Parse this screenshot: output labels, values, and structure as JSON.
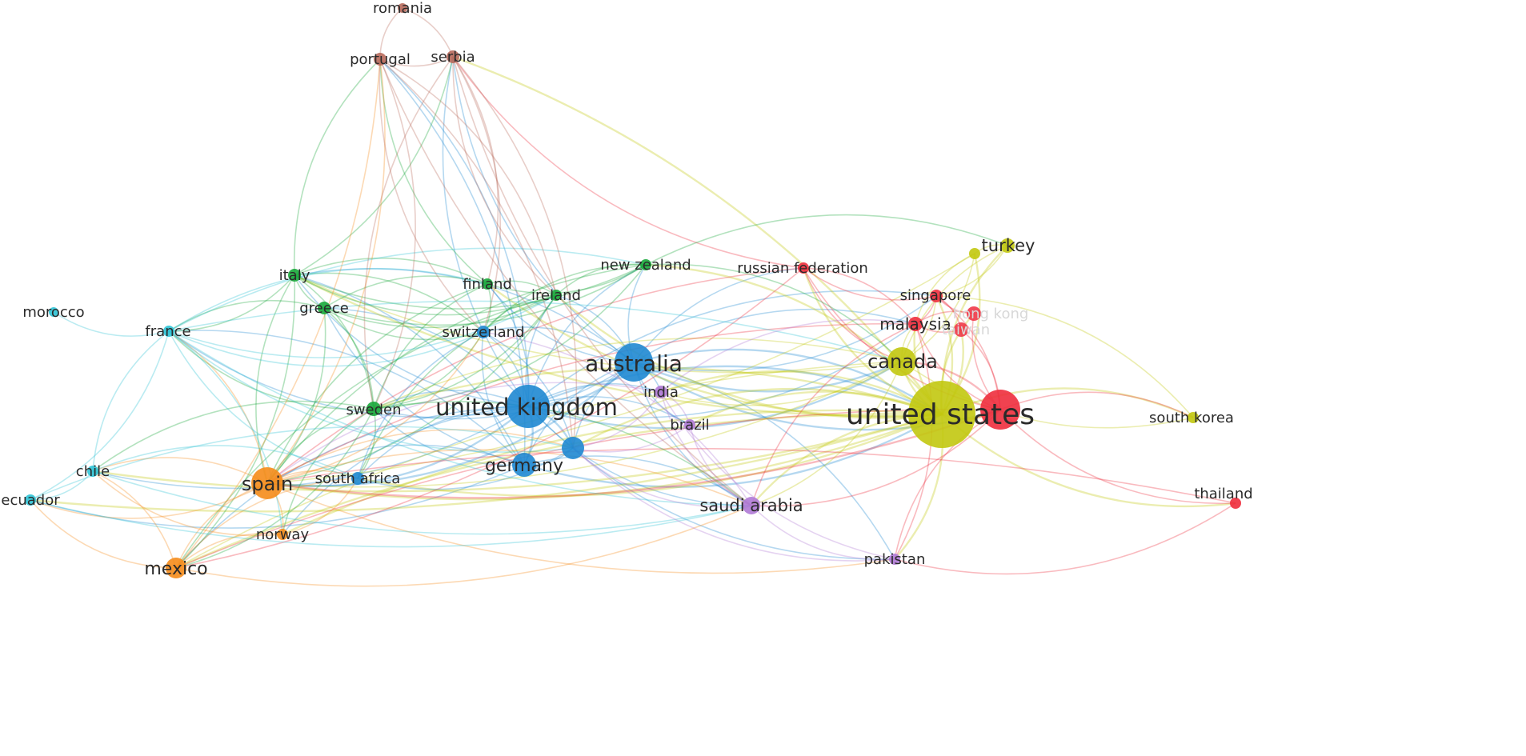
{
  "network": {
    "clusters": {
      "blue": "#1f88d2",
      "yellow": "#c2c80f",
      "red": "#ee2d3d",
      "green": "#18a83a",
      "orange": "#f58c1b",
      "cyan": "#2dc3d6",
      "purple": "#b07ad6",
      "brown": "#b86a5c"
    },
    "nodes": [
      {
        "id": "united-kingdom",
        "label": "united kingdom",
        "cluster": "blue"
      },
      {
        "id": "australia",
        "label": "australia",
        "cluster": "blue"
      },
      {
        "id": "germany",
        "label": "germany",
        "cluster": "blue"
      },
      {
        "id": "switzerland",
        "label": "switzerland",
        "cluster": "blue"
      },
      {
        "id": "south-africa",
        "label": "south africa",
        "cluster": "blue"
      },
      {
        "id": "unlabeled-blue",
        "label": "",
        "cluster": "blue"
      },
      {
        "id": "united-states",
        "label": "united states",
        "cluster": "yellow"
      },
      {
        "id": "canada",
        "label": "canada",
        "cluster": "yellow"
      },
      {
        "id": "turkey",
        "label": "turkey",
        "cluster": "yellow"
      },
      {
        "id": "unlabeled-yellow",
        "label": "",
        "cluster": "yellow"
      },
      {
        "id": "south-korea",
        "label": "south korea",
        "cluster": "yellow"
      },
      {
        "id": "russian-federation",
        "label": "russian federation",
        "cluster": "red"
      },
      {
        "id": "singapore",
        "label": "singapore",
        "cluster": "red"
      },
      {
        "id": "malaysia",
        "label": "malaysia",
        "cluster": "red"
      },
      {
        "id": "hong-kong",
        "label": "hong kong",
        "cluster": "red",
        "faded": true
      },
      {
        "id": "taiwan",
        "label": "taiwan",
        "cluster": "red",
        "faded": true
      },
      {
        "id": "thailand",
        "label": "thailand",
        "cluster": "red"
      },
      {
        "id": "unlabeled-red",
        "label": "",
        "cluster": "red"
      },
      {
        "id": "italy",
        "label": "italy",
        "cluster": "green"
      },
      {
        "id": "greece",
        "label": "greece",
        "cluster": "green"
      },
      {
        "id": "finland",
        "label": "finland",
        "cluster": "green"
      },
      {
        "id": "ireland",
        "label": "ireland",
        "cluster": "green"
      },
      {
        "id": "new-zealand",
        "label": "new zealand",
        "cluster": "green"
      },
      {
        "id": "sweden",
        "label": "sweden",
        "cluster": "green"
      },
      {
        "id": "spain",
        "label": "spain",
        "cluster": "orange"
      },
      {
        "id": "mexico",
        "label": "mexico",
        "cluster": "orange"
      },
      {
        "id": "norway",
        "label": "norway",
        "cluster": "orange"
      },
      {
        "id": "france",
        "label": "france",
        "cluster": "cyan"
      },
      {
        "id": "morocco",
        "label": "morocco",
        "cluster": "cyan"
      },
      {
        "id": "chile",
        "label": "chile",
        "cluster": "cyan"
      },
      {
        "id": "ecuador",
        "label": "ecuador",
        "cluster": "cyan"
      },
      {
        "id": "india",
        "label": "india",
        "cluster": "purple"
      },
      {
        "id": "brazil",
        "label": "brazil",
        "cluster": "purple"
      },
      {
        "id": "saudi-arabia",
        "label": "saudi arabia",
        "cluster": "purple"
      },
      {
        "id": "pakistan",
        "label": "pakistan",
        "cluster": "purple"
      },
      {
        "id": "romania",
        "label": "romania",
        "cluster": "brown"
      },
      {
        "id": "portugal",
        "label": "portugal",
        "cluster": "brown"
      },
      {
        "id": "serbia",
        "label": "serbia",
        "cluster": "brown"
      }
    ],
    "links": [
      [
        "united-kingdom",
        "australia"
      ],
      [
        "united-kingdom",
        "germany"
      ],
      [
        "united-kingdom",
        "switzerland"
      ],
      [
        "united-kingdom",
        "unlabeled-blue"
      ],
      [
        "united-kingdom",
        "south-africa"
      ],
      [
        "united-kingdom",
        "united-states"
      ],
      [
        "united-kingdom",
        "canada"
      ],
      [
        "united-kingdom",
        "spain"
      ],
      [
        "united-kingdom",
        "sweden"
      ],
      [
        "united-kingdom",
        "ireland"
      ],
      [
        "united-kingdom",
        "finland"
      ],
      [
        "united-kingdom",
        "india"
      ],
      [
        "united-kingdom",
        "saudi-arabia"
      ],
      [
        "united-kingdom",
        "italy"
      ],
      [
        "united-kingdom",
        "greece"
      ],
      [
        "united-kingdom",
        "france"
      ],
      [
        "united-kingdom",
        "malaysia"
      ],
      [
        "united-kingdom",
        "new-zealand"
      ],
      [
        "united-kingdom",
        "mexico"
      ],
      [
        "united-kingdom",
        "chile"
      ],
      [
        "united-kingdom",
        "norway"
      ],
      [
        "united-kingdom",
        "brazil"
      ],
      [
        "united-kingdom",
        "portugal"
      ],
      [
        "united-kingdom",
        "serbia"
      ],
      [
        "united-kingdom",
        "pakistan"
      ],
      [
        "united-kingdom",
        "singapore"
      ],
      [
        "australia",
        "germany"
      ],
      [
        "australia",
        "united-states"
      ],
      [
        "australia",
        "canada"
      ],
      [
        "australia",
        "new-zealand"
      ],
      [
        "australia",
        "switzerland"
      ],
      [
        "australia",
        "india"
      ],
      [
        "australia",
        "saudi-arabia"
      ],
      [
        "australia",
        "malaysia"
      ],
      [
        "australia",
        "singapore"
      ],
      [
        "australia",
        "spain"
      ],
      [
        "australia",
        "ireland"
      ],
      [
        "australia",
        "finland"
      ],
      [
        "australia",
        "unlabeled-blue"
      ],
      [
        "australia",
        "russian-federation"
      ],
      [
        "australia",
        "unlabeled-red"
      ],
      [
        "australia",
        "sweden"
      ],
      [
        "australia",
        "italy"
      ],
      [
        "australia",
        "pakistan"
      ],
      [
        "australia",
        "brazil"
      ],
      [
        "australia",
        "serbia"
      ],
      [
        "germany",
        "united-states"
      ],
      [
        "germany",
        "switzerland"
      ],
      [
        "germany",
        "spain"
      ],
      [
        "germany",
        "sweden"
      ],
      [
        "germany",
        "italy"
      ],
      [
        "germany",
        "greece"
      ],
      [
        "germany",
        "unlabeled-blue"
      ],
      [
        "germany",
        "saudi-arabia"
      ],
      [
        "germany",
        "france"
      ],
      [
        "germany",
        "ecuador"
      ],
      [
        "germany",
        "portugal"
      ],
      [
        "united-states",
        "canada"
      ],
      [
        "united-states",
        "unlabeled-red"
      ],
      [
        "united-states",
        "turkey"
      ],
      [
        "united-states",
        "unlabeled-yellow"
      ],
      [
        "united-states",
        "south-korea"
      ],
      [
        "united-states",
        "thailand"
      ],
      [
        "united-states",
        "malaysia"
      ],
      [
        "united-states",
        "singapore"
      ],
      [
        "united-states",
        "hong-kong"
      ],
      [
        "united-states",
        "taiwan"
      ],
      [
        "united-states",
        "russian-federation"
      ],
      [
        "united-states",
        "saudi-arabia"
      ],
      [
        "united-states",
        "pakistan"
      ],
      [
        "united-states",
        "india"
      ],
      [
        "united-states",
        "spain"
      ],
      [
        "united-states",
        "mexico"
      ],
      [
        "united-states",
        "chile"
      ],
      [
        "united-states",
        "sweden"
      ],
      [
        "united-states",
        "ireland"
      ],
      [
        "united-states",
        "new-zealand"
      ],
      [
        "united-states",
        "italy"
      ],
      [
        "united-states",
        "unlabeled-blue"
      ],
      [
        "united-states",
        "south-africa"
      ],
      [
        "united-states",
        "norway"
      ],
      [
        "united-states",
        "ecuador"
      ],
      [
        "united-states",
        "brazil"
      ],
      [
        "united-states",
        "finland"
      ],
      [
        "united-states",
        "serbia"
      ],
      [
        "unlabeled-red",
        "malaysia"
      ],
      [
        "unlabeled-red",
        "singapore"
      ],
      [
        "unlabeled-red",
        "hong-kong"
      ],
      [
        "unlabeled-red",
        "taiwan"
      ],
      [
        "unlabeled-red",
        "russian-federation"
      ],
      [
        "unlabeled-red",
        "thailand"
      ],
      [
        "unlabeled-red",
        "south-korea"
      ],
      [
        "unlabeled-red",
        "canada"
      ],
      [
        "unlabeled-red",
        "spain"
      ],
      [
        "unlabeled-red",
        "mexico"
      ],
      [
        "unlabeled-red",
        "saudi-arabia"
      ],
      [
        "unlabeled-red",
        "pakistan"
      ],
      [
        "canada",
        "turkey"
      ],
      [
        "canada",
        "unlabeled-yellow"
      ],
      [
        "canada",
        "malaysia"
      ],
      [
        "canada",
        "singapore"
      ],
      [
        "canada",
        "spain"
      ],
      [
        "canada",
        "sweden"
      ],
      [
        "canada",
        "saudi-arabia"
      ],
      [
        "canada",
        "south-korea"
      ],
      [
        "canada",
        "india"
      ],
      [
        "canada",
        "mexico"
      ],
      [
        "canada",
        "italy"
      ],
      [
        "turkey",
        "unlabeled-yellow"
      ],
      [
        "turkey",
        "singapore"
      ],
      [
        "unlabeled-yellow",
        "malaysia"
      ],
      [
        "unlabeled-yellow",
        "spain"
      ],
      [
        "south-korea",
        "singapore"
      ],
      [
        "thailand",
        "pakistan"
      ],
      [
        "thailand",
        "spain"
      ],
      [
        "russian-federation",
        "serbia"
      ],
      [
        "russian-federation",
        "singapore"
      ],
      [
        "russian-federation",
        "malaysia"
      ],
      [
        "russian-federation",
        "spain"
      ],
      [
        "russian-federation",
        "mexico"
      ],
      [
        "russian-federation",
        "canada"
      ],
      [
        "singapore",
        "malaysia"
      ],
      [
        "singapore",
        "hong-kong"
      ],
      [
        "singapore",
        "taiwan"
      ],
      [
        "malaysia",
        "taiwan"
      ],
      [
        "malaysia",
        "hong-kong"
      ],
      [
        "malaysia",
        "saudi-arabia"
      ],
      [
        "malaysia",
        "pakistan"
      ],
      [
        "malaysia",
        "spain"
      ],
      [
        "italy",
        "france"
      ],
      [
        "italy",
        "greece"
      ],
      [
        "italy",
        "finland"
      ],
      [
        "italy",
        "ireland"
      ],
      [
        "italy",
        "sweden"
      ],
      [
        "italy",
        "spain"
      ],
      [
        "italy",
        "switzerland"
      ],
      [
        "italy",
        "new-zealand"
      ],
      [
        "italy",
        "portugal"
      ],
      [
        "italy",
        "serbia"
      ],
      [
        "italy",
        "mexico"
      ],
      [
        "greece",
        "france"
      ],
      [
        "greece",
        "finland"
      ],
      [
        "greece",
        "ireland"
      ],
      [
        "greece",
        "sweden"
      ],
      [
        "greece",
        "switzerland"
      ],
      [
        "greece",
        "spain"
      ],
      [
        "greece",
        "new-zealand"
      ],
      [
        "finland",
        "ireland"
      ],
      [
        "finland",
        "sweden"
      ],
      [
        "finland",
        "switzerland"
      ],
      [
        "finland",
        "new-zealand"
      ],
      [
        "finland",
        "portugal"
      ],
      [
        "finland",
        "spain"
      ],
      [
        "ireland",
        "sweden"
      ],
      [
        "ireland",
        "switzerland"
      ],
      [
        "ireland",
        "new-zealand"
      ],
      [
        "ireland",
        "south-africa"
      ],
      [
        "ireland",
        "spain"
      ],
      [
        "ireland",
        "mexico"
      ],
      [
        "new-zealand",
        "sweden"
      ],
      [
        "new-zealand",
        "switzerland"
      ],
      [
        "new-zealand",
        "turkey"
      ],
      [
        "new-zealand",
        "spain"
      ],
      [
        "new-zealand",
        "canada"
      ],
      [
        "sweden",
        "spain"
      ],
      [
        "sweden",
        "france"
      ],
      [
        "sweden",
        "switzerland"
      ],
      [
        "sweden",
        "south-africa"
      ],
      [
        "sweden",
        "norway"
      ],
      [
        "sweden",
        "mexico"
      ],
      [
        "sweden",
        "chile"
      ],
      [
        "sweden",
        "saudi-arabia"
      ],
      [
        "spain",
        "mexico"
      ],
      [
        "spain",
        "norway"
      ],
      [
        "spain",
        "chile"
      ],
      [
        "spain",
        "ecuador"
      ],
      [
        "spain",
        "france"
      ],
      [
        "spain",
        "south-africa"
      ],
      [
        "spain",
        "portugal"
      ],
      [
        "spain",
        "saudi-arabia"
      ],
      [
        "spain",
        "switzerland"
      ],
      [
        "spain",
        "unlabeled-blue"
      ],
      [
        "spain",
        "pakistan"
      ],
      [
        "mexico",
        "norway"
      ],
      [
        "mexico",
        "chile"
      ],
      [
        "mexico",
        "ecuador"
      ],
      [
        "mexico",
        "portugal"
      ],
      [
        "mexico",
        "south-africa"
      ],
      [
        "mexico",
        "saudi-arabia"
      ],
      [
        "norway",
        "chile"
      ],
      [
        "norway",
        "south-africa"
      ],
      [
        "france",
        "morocco"
      ],
      [
        "france",
        "chile"
      ],
      [
        "france",
        "ecuador"
      ],
      [
        "france",
        "switzerland"
      ],
      [
        "france",
        "finland"
      ],
      [
        "france",
        "ireland"
      ],
      [
        "france",
        "new-zealand"
      ],
      [
        "france",
        "south-africa"
      ],
      [
        "france",
        "norway"
      ],
      [
        "france",
        "unlabeled-blue"
      ],
      [
        "france",
        "canada"
      ],
      [
        "france",
        "saudi-arabia"
      ],
      [
        "chile",
        "ecuador"
      ],
      [
        "chile",
        "saudi-arabia"
      ],
      [
        "chile",
        "south-africa"
      ],
      [
        "ecuador",
        "saudi-arabia"
      ],
      [
        "ecuador",
        "unlabeled-blue"
      ],
      [
        "india",
        "saudi-arabia"
      ],
      [
        "india",
        "brazil"
      ],
      [
        "india",
        "pakistan"
      ],
      [
        "india",
        "unlabeled-blue"
      ],
      [
        "india",
        "spain"
      ],
      [
        "india",
        "malaysia"
      ],
      [
        "brazil",
        "saudi-arabia"
      ],
      [
        "brazil",
        "unlabeled-blue"
      ],
      [
        "saudi-arabia",
        "pakistan"
      ],
      [
        "saudi-arabia",
        "unlabeled-blue"
      ],
      [
        "saudi-arabia",
        "switzerland"
      ],
      [
        "pakistan",
        "unlabeled-blue"
      ],
      [
        "romania",
        "portugal"
      ],
      [
        "romania",
        "serbia"
      ],
      [
        "portugal",
        "serbia"
      ],
      [
        "portugal",
        "sweden"
      ],
      [
        "portugal",
        "switzerland"
      ],
      [
        "portugal",
        "unlabeled-blue"
      ],
      [
        "portugal",
        "saudi-arabia"
      ],
      [
        "portugal",
        "ireland"
      ],
      [
        "serbia",
        "sweden"
      ],
      [
        "serbia",
        "switzerland"
      ],
      [
        "serbia",
        "saudi-arabia"
      ],
      [
        "serbia",
        "finland"
      ],
      [
        "serbia",
        "ireland"
      ],
      [
        "serbia",
        "unlabeled-blue"
      ],
      [
        "switzerland",
        "south-africa"
      ],
      [
        "switzerland",
        "unlabeled-blue"
      ],
      [
        "south-africa",
        "unlabeled-blue"
      ]
    ]
  }
}
